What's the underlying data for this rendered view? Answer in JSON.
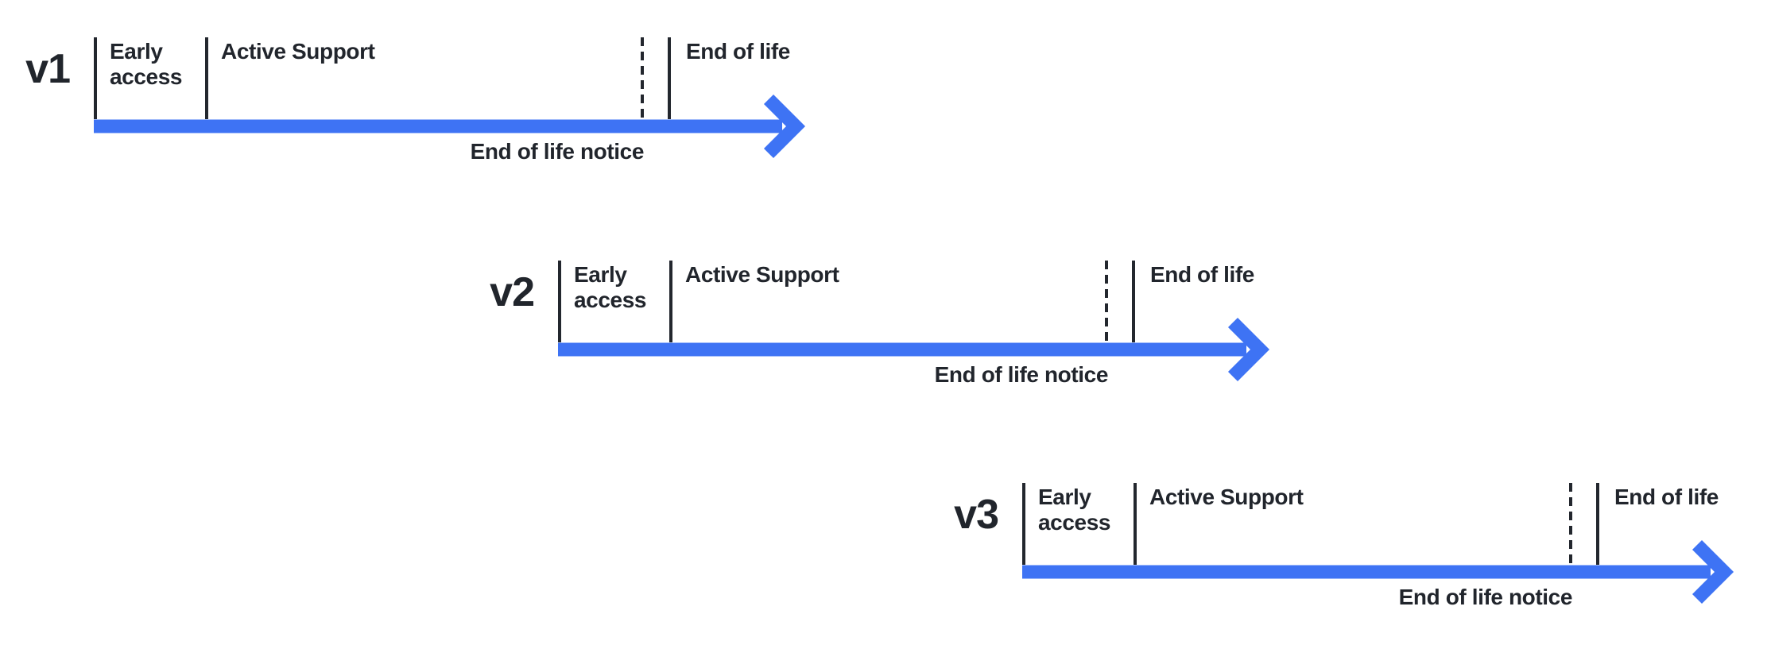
{
  "diagram": {
    "description": "Version support lifecycle timelines",
    "colors": {
      "arrow_blue": "#3E73F4",
      "text_dark": "#21252C",
      "tick_dark": "#23272E",
      "background": "#FFFFFF"
    },
    "timelines": [
      {
        "version": "v1",
        "phases": {
          "early_access": "Early access",
          "active_support": "Active Support",
          "end_of_life": "End of life"
        },
        "annotation": "End of life notice"
      },
      {
        "version": "v2",
        "phases": {
          "early_access": "Early access",
          "active_support": "Active Support",
          "end_of_life": "End of life"
        },
        "annotation": "End of life notice"
      },
      {
        "version": "v3",
        "phases": {
          "early_access": "Early access",
          "active_support": "Active Support",
          "end_of_life": "End of life"
        },
        "annotation": "End of life notice"
      }
    ]
  }
}
